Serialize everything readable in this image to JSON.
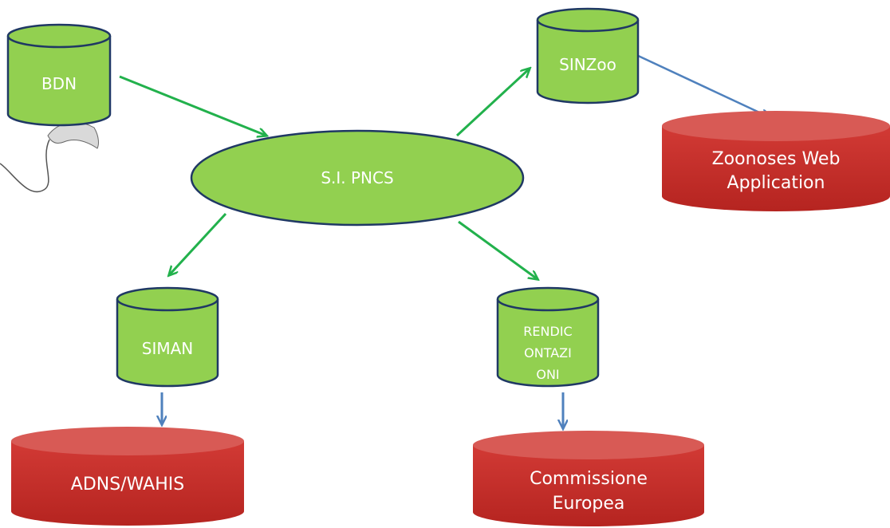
{
  "nodes": {
    "bdn": {
      "label": "BDN"
    },
    "pncs": {
      "label": "S.I. PNCS"
    },
    "sinzoo": {
      "label": "SINZoo"
    },
    "zoonoses": {
      "line1": "Zoonoses Web",
      "line2": "Application"
    },
    "siman": {
      "label": "SIMAN"
    },
    "rendicontazioni": {
      "line1": "RENDIC",
      "line2": "ONTAZI",
      "line3": "ONI"
    },
    "adns": {
      "label": "ADNS/WAHIS"
    },
    "commissione": {
      "line1": "Commissione",
      "line2": "Europea"
    }
  },
  "colors": {
    "green_fill": "#92d050",
    "green_stroke": "#1f3864",
    "red_fill": "#c9302c",
    "red_top": "#d95c58",
    "green_arrow": "#22b14c",
    "blue_arrow": "#4f81bd"
  }
}
